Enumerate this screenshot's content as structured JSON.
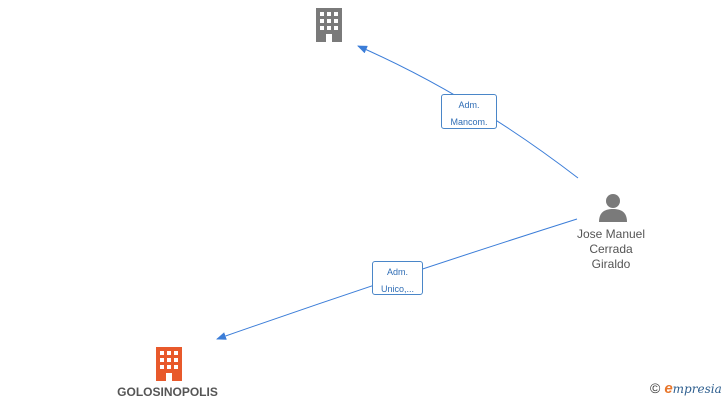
{
  "nodes": {
    "top_company": {
      "icon": "building-icon",
      "color": "#7a7a7a"
    },
    "person": {
      "icon": "person-icon",
      "color": "#7a7a7a",
      "name_lines": [
        "Jose Manuel",
        "Cerrada",
        "Giraldo"
      ]
    },
    "golosinopolis": {
      "icon": "building-icon",
      "color": "#e8592b",
      "name": "GOLOSINOPOLIS"
    }
  },
  "edges": [
    {
      "from": "person",
      "to": "top_company",
      "label_lines": [
        "Adm.",
        "Mancom."
      ],
      "color": "#3b7dd8"
    },
    {
      "from": "person",
      "to": "golosinopolis",
      "label_lines": [
        "Adm.",
        "Unico,..."
      ],
      "color": "#3b7dd8"
    }
  ],
  "branding": {
    "copyright": "©",
    "brand_initial": "e",
    "brand_rest": "mpresia"
  }
}
